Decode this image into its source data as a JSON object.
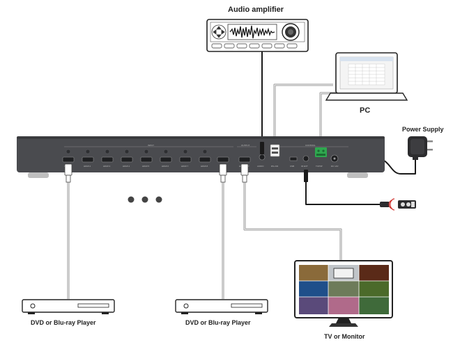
{
  "labels": {
    "audio_amplifier": "Audio amplifier",
    "pc": "PC",
    "power_supply": "Power Supply",
    "player_left": "DVD or Blu-ray Player",
    "player_right": "DVD or Blu-ray Player",
    "tv": "TV or Monitor"
  },
  "switcher": {
    "section_input": "INPUT",
    "section_output": "OUTPUT",
    "section_control": "CONTROL",
    "ports": [
      "HDMI 1",
      "HDMI 2",
      "HDMI 3",
      "HDMI 4",
      "HDMI 5",
      "HDMI 6",
      "HDMI 7",
      "HDMI 8"
    ],
    "out_port": "HDMI OUT",
    "audio_port": "AUDIO",
    "rs232_port": "RS-232",
    "usb_port": "USB",
    "ir_port": "IR EXT",
    "tcpip_port": "TCP/IP",
    "power_port": "DC 12V"
  },
  "colors": {
    "device_body": "#4a4b4f",
    "cable": "#9a9a9a",
    "rs232_green": "#2fa84f"
  }
}
